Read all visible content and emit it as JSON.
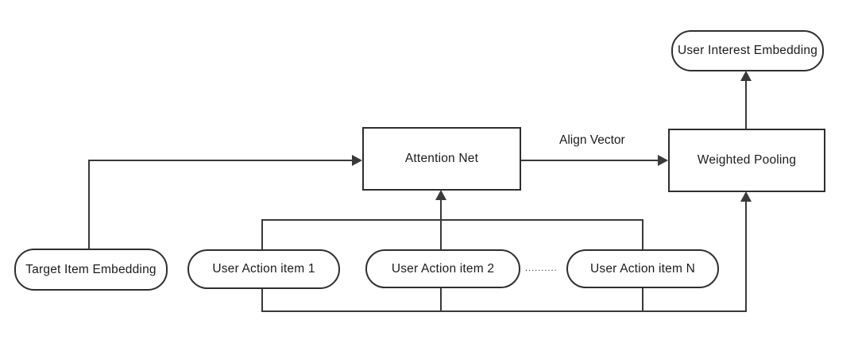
{
  "diagram": {
    "background": "#ffffff",
    "line_color": "#3a3a3a",
    "node_border_color": "#2f2f2f",
    "text_color": "#1b1b1b",
    "nodes": {
      "user_interest_embedding": {
        "label": "User Interest Embedding",
        "shape": "rounded-rect"
      },
      "attention_net": {
        "label": "Attention Net",
        "shape": "rect"
      },
      "weighted_pooling": {
        "label": "Weighted Pooling",
        "shape": "rect"
      },
      "target_item_embedding": {
        "label": "Target Item Embedding",
        "shape": "rounded-rect"
      },
      "user_action_item_1": {
        "label": "User Action item 1",
        "shape": "rounded-rect"
      },
      "user_action_item_2": {
        "label": "User Action item 2",
        "shape": "rounded-rect"
      },
      "user_action_item_n": {
        "label": "User Action item N",
        "shape": "rounded-rect"
      }
    },
    "edge_labels": {
      "align_vector": "Align Vector",
      "ellipsis": ".........."
    },
    "edges": [
      {
        "from": "target_item_embedding",
        "to": "attention_net",
        "arrow": true
      },
      {
        "from": "user_action_items_bus",
        "to": "attention_net",
        "arrow": true
      },
      {
        "from": "attention_net",
        "to": "weighted_pooling",
        "arrow": true,
        "label": "Align Vector"
      },
      {
        "from": "user_action_items_bus",
        "to": "weighted_pooling",
        "arrow": true
      },
      {
        "from": "weighted_pooling",
        "to": "user_interest_embedding",
        "arrow": true
      }
    ]
  }
}
